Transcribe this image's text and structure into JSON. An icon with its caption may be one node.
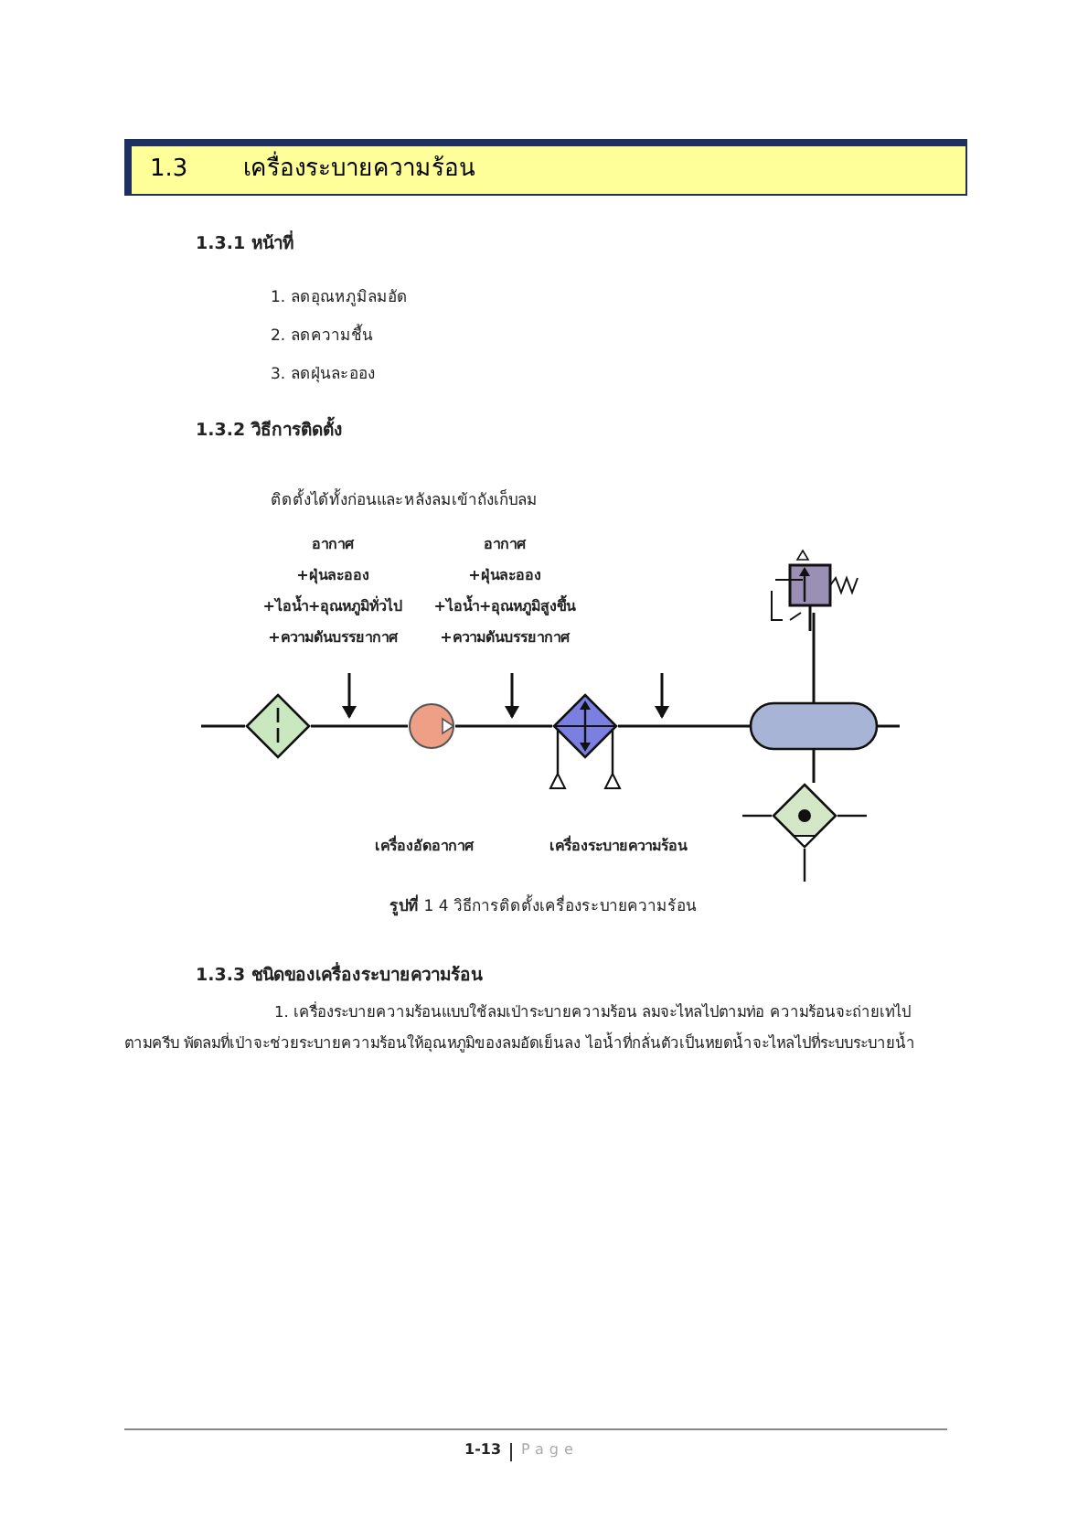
{
  "diagram": {
    "title": "1.3 เครื่องระบายความร้อน",
    "caption": "**รูปที่** 1 4 วิธีการติดตั้งเครื่องระบายความร้อน",
    "nodes": [
      {
        "text": [],
        "shape": "diamond"
      },
      {
        "text": [],
        "shape": "circle"
      },
      {
        "text": [],
        "shape": "diamond"
      },
      {
        "text": [],
        "shape": "cylinder"
      },
      {
        "text": [],
        "shape": "box"
      },
      {
        "text": [],
        "shape": "diamond"
      }
    ],
    "edges": [
      {
        "from": 0,
        "to": 1,
        "arrow": "none"
      },
      {
        "from": 1,
        "to": 2,
        "arrow": "none"
      },
      {
        "from": 2,
        "to": 3,
        "arrow": "none"
      },
      {
        "from": 3,
        "to": 4,
        "arrow": "none"
      },
      {
        "from": 3,
        "to": 5,
        "arrow": "none"
      }
    ],
    "labels": [
      "1.3.1 หน้าที่",
      "1. ลดอุณหภูมิลมอัด",
      "2. ลดความชื้น",
      "3. ลดฝุ่นละออง",
      "1.3.2 วิธีการติดตั้ง",
      "ติดตั้งได้ทั้งก่อนและหลังลมเข้าถังเก็บลม",
      "อากาศ",
      "+ฝุ่นละออง",
      "+ไอน้ำ+อุณหภูมิทั่วไป",
      "+ความดันบรรยากาศ",
      "อากาศ",
      "+ฝุ่นละออง",
      "+ไอน้ำ+อุณหภูมิสูงขึ้น",
      "+ความดันบรรยากาศ",
      "เครื่องอัดอากาศ",
      "เครื่องระบายความร้อน",
      "1.3.3 ชนิดของเครื่องระบายความร้อน",
      "1. เครื่องระบายความร้อนแบบใช้ลมเป่าระบายความร้อน ลมจะไหลไปตามท่อ ความร้อนจะถ่ายเทไปตามครีบ พัดลมที่เป่าจะช่วยระบายความร้อนให้อุณหภูมิของลมอัดเย็นลง ไอน้ำที่กลั่นตัวเป็นหยดน้ำจะไหลไปที่ระบบระบายน้ำ",
      "1-13",
      "Page"
    ]
  }
}
